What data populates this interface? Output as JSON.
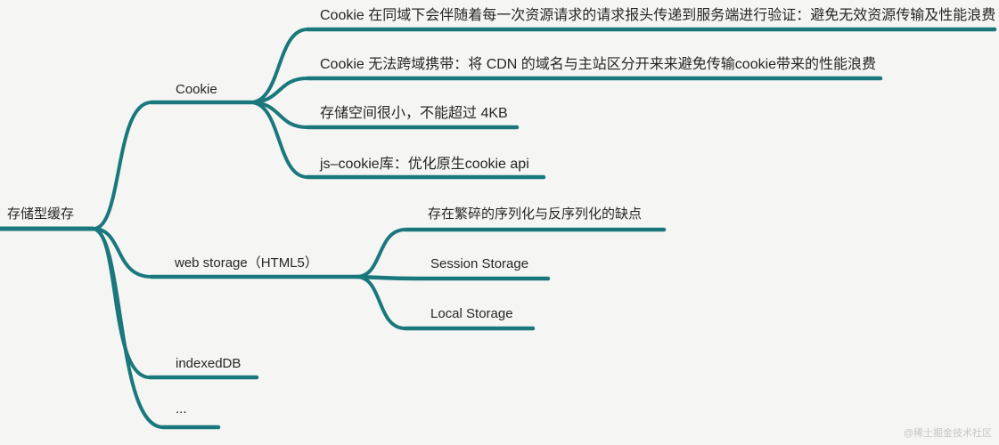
{
  "colors": {
    "background": "#f5f5f3",
    "line": "#1a787d",
    "text": "#262626",
    "watermark": "#c6c6c4"
  },
  "root": {
    "label": "存储型缓存"
  },
  "branches": [
    {
      "label": "Cookie",
      "children": [
        {
          "label": "Cookie 在同域下会伴随着每一次资源请求的请求报头传递到服务端进行验证：避免无效资源传输及性能浪费"
        },
        {
          "label": "Cookie 无法跨域携带：将 CDN 的域名与主站区分开来来避免传输cookie带来的性能浪费"
        },
        {
          "label": "存储空间很小，不能超过 4KB"
        },
        {
          "label": "js–cookie库：优化原生cookie api"
        }
      ]
    },
    {
      "label": "web storage（HTML5）",
      "children": [
        {
          "label": "存在繁碎的序列化与反序列化的缺点"
        },
        {
          "label": "Session Storage"
        },
        {
          "label": "Local Storage"
        }
      ]
    },
    {
      "label": "indexedDB",
      "children": []
    },
    {
      "label": "...",
      "children": []
    }
  ],
  "watermark": "@稀土掘金技术社区"
}
